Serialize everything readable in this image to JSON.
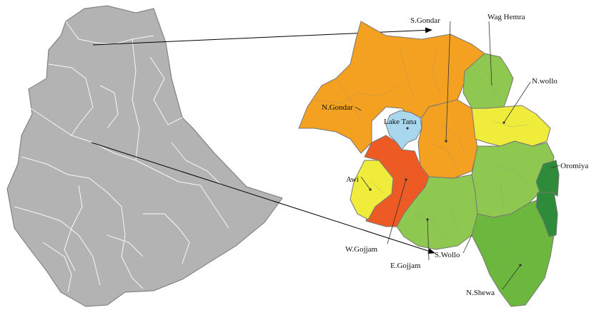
{
  "labels": {
    "s_gondar": "S.Gondar",
    "wag_hemra": "Wag Hemra",
    "n_wollo": "N.wollo",
    "n_gondar": "N.Gondar",
    "lake_tana": "Lake Tana",
    "oromiya": "Oromiya",
    "awi": "Awi",
    "w_gojjam": "W.Gojjam",
    "s_wollo": "S.Wollo",
    "e_gojjam": "E.Gojjam",
    "n_shewa": "N.Shewa"
  },
  "colors": {
    "ethiopia_fill": "#b3b3b3",
    "gondar_orange": "#f4a020",
    "w_gojjam_red": "#ee5a24",
    "lake_blue": "#a9d8ee",
    "light_green": "#8fc850",
    "yellow": "#f0ec3c",
    "dark_green": "#2e8b3a",
    "mid_green": "#6cb83e"
  }
}
